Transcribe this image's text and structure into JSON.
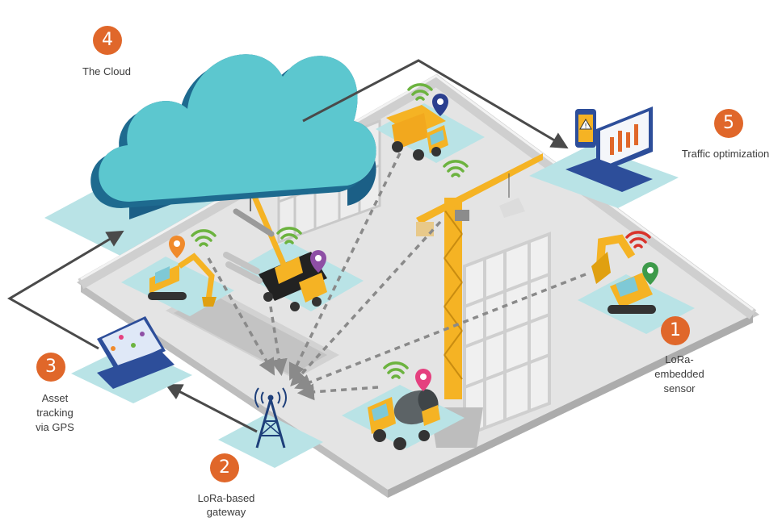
{
  "colors": {
    "accent_orange": "#e0672a",
    "pad_teal": "#b9e3e6",
    "cloud_light": "#5cc7cf",
    "cloud_dark": "#1e6a8f",
    "ground": "#e2e2e2",
    "wall": "#d2d2d2",
    "flow_arrow": "#4a4a4a",
    "signal_green": "#6cb33f",
    "signal_red": "#d9332b",
    "machine_yellow": "#f5b324"
  },
  "steps": [
    {
      "number": "1",
      "label_lines": [
        "LoRa-",
        "embedded",
        "sensor"
      ]
    },
    {
      "number": "2",
      "label_lines": [
        "LoRa-based",
        "gateway"
      ]
    },
    {
      "number": "3",
      "label_lines": [
        "Asset",
        "tracking",
        "via GPS"
      ]
    },
    {
      "number": "4",
      "label_lines": [
        "The Cloud"
      ]
    },
    {
      "number": "5",
      "label_lines": [
        "Traffic optimization"
      ]
    }
  ],
  "icons": [
    "cloud-icon",
    "laptop-dashboard-icon",
    "phone-warning-icon",
    "laptop-map-icon",
    "gateway-tower-icon",
    "excavator-icon",
    "dump-truck-icon",
    "crane-truck-icon",
    "tower-crane-icon",
    "cement-mixer-icon",
    "wifi-signal-icon",
    "location-pin-icon"
  ]
}
